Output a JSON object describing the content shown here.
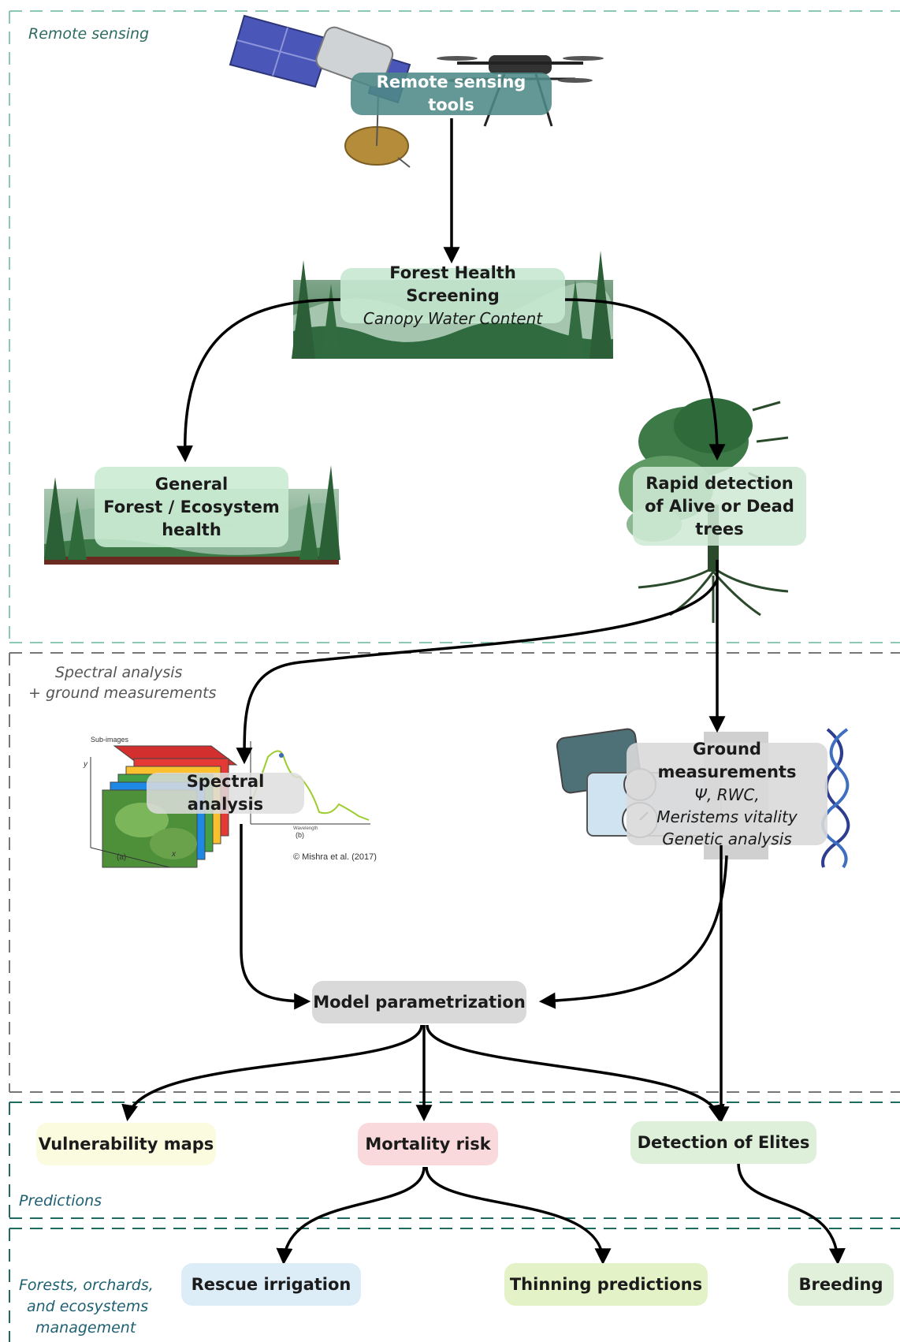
{
  "sections": {
    "remote_sensing": "Remote sensing",
    "spectral_line1": "Spectral analysis",
    "spectral_line2": "+ ground measurements",
    "predictions": "Predictions",
    "management_line1": "Forests, orchards,",
    "management_line2": "and ecosystems",
    "management_line3": "management"
  },
  "nodes": {
    "remote_sensing_tools": "Remote sensing tools",
    "forest_health_title": "Forest Health Screening",
    "forest_health_sub": "Canopy Water Content",
    "general_line1": "General",
    "general_line2": "Forest / Ecosystem",
    "general_line3": "health",
    "rapid_line1": "Rapid detection",
    "rapid_line2": "of Alive or Dead",
    "rapid_line3": "trees",
    "spectral_analysis": "Spectral analysis",
    "ground_title": "Ground measurements",
    "ground_sub1": "Ψ, RWC,",
    "ground_sub2": "Meristems vitality",
    "ground_sub3": "Genetic analysis",
    "model": "Model parametrization",
    "vulnerability": "Vulnerability maps",
    "mortality": "Mortality risk",
    "elites": "Detection of Elites",
    "rescue": "Rescue irrigation",
    "thinning": "Thinning predictions",
    "breeding": "Breeding"
  },
  "figure": {
    "sub_images": "Sub-images",
    "panel_a": "(a)",
    "panel_b": "(b)",
    "wavelength": "Wavelength",
    "axis_x": "x",
    "axis_y": "y",
    "credit": "© Mishra et al. (2017)"
  },
  "colors": {
    "remote_border": "#8cc9b5",
    "spectral_border": "#777777",
    "predictions_border": "#1e6a5e",
    "management_border": "#1e6a5e",
    "remote_label": "#2e6b62",
    "predictions_label": "#1e5f72",
    "spectral_label": "#555555",
    "tools_box": "#4f8a88",
    "forest_box": "#c6e8d0",
    "general_box": "#c9ecd2",
    "rapid_box": "#cfe9d5",
    "spectral_box": "#dedede",
    "ground_box": "#d9d9d9",
    "model_box": "#d9d9d9",
    "vulnerability_box": "#fbfbe0",
    "mortality_box": "#f9d9dc",
    "elites_box": "#dff0da",
    "rescue_box": "#dcedf7",
    "thinning_box": "#e4f2c7",
    "breeding_box": "#e0f0da"
  },
  "icons": [
    "satellite-icon",
    "drone-icon",
    "conifer-forest-icon",
    "tree-with-roots-icon",
    "hyperspectral-cube-icon",
    "spectrum-plot-icon",
    "pressure-chamber-icon",
    "dna-helix-icon"
  ]
}
